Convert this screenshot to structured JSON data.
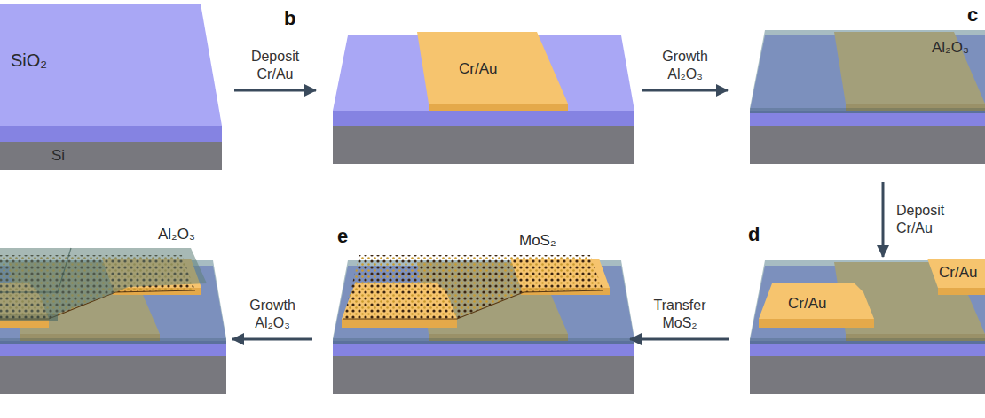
{
  "diagram": {
    "nodes": [
      {
        "text": [
          "SiO₂",
          "Si"
        ]
      },
      {
        "text": [
          "b",
          "Cr/Au"
        ]
      },
      {
        "text": [
          "c",
          "Al₂O₃"
        ]
      },
      {
        "text": [
          "d",
          "Cr/Au",
          "Cr/Au"
        ]
      },
      {
        "text": [
          "e",
          "MoS₂"
        ]
      },
      {
        "text": [
          "Al₂O₃"
        ]
      }
    ],
    "edges": [
      {
        "from": 0,
        "to": 1,
        "arrow": "to",
        "label": "Deposit Cr/Au"
      },
      {
        "from": 1,
        "to": 2,
        "arrow": "to",
        "label": "Growth Al₂O₃"
      },
      {
        "from": 2,
        "to": 3,
        "arrow": "to",
        "label": "Deposit Cr/Au"
      },
      {
        "from": 3,
        "to": 4,
        "arrow": "to",
        "label": "Transfer MoS₂"
      },
      {
        "from": 4,
        "to": 5,
        "arrow": "to",
        "label": "Growth Al₂O₃"
      }
    ]
  }
}
